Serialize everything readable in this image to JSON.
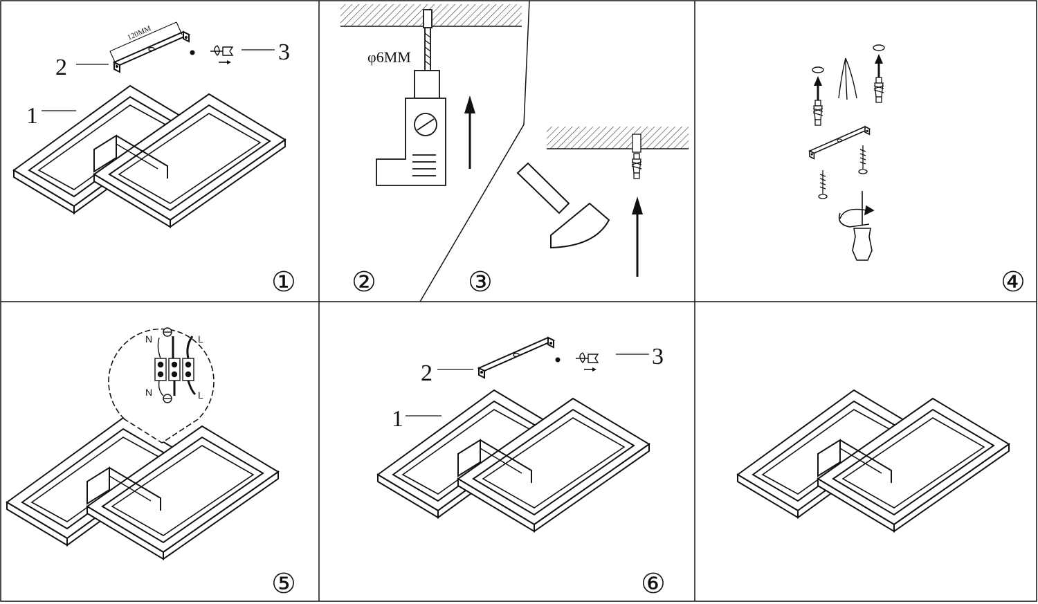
{
  "panel1": {
    "label_1": "1",
    "label_2": "2",
    "label_3": "3",
    "dimension": "120MM",
    "step": "①"
  },
  "panel2": {
    "drill_size": "φ6MM",
    "step_a": "②",
    "step_b": "③"
  },
  "panel3": {
    "step": "④"
  },
  "panel4": {
    "wire_n_top": "N",
    "wire_l_top": "L",
    "wire_n_bottom": "N",
    "wire_l_bottom": "L",
    "step": "⑤"
  },
  "panel5": {
    "label_1": "1",
    "label_2": "2",
    "label_3": "3",
    "step": "⑥"
  },
  "colors": {
    "line": "#111111",
    "background": "#ffffff",
    "hatch": "#333333"
  }
}
